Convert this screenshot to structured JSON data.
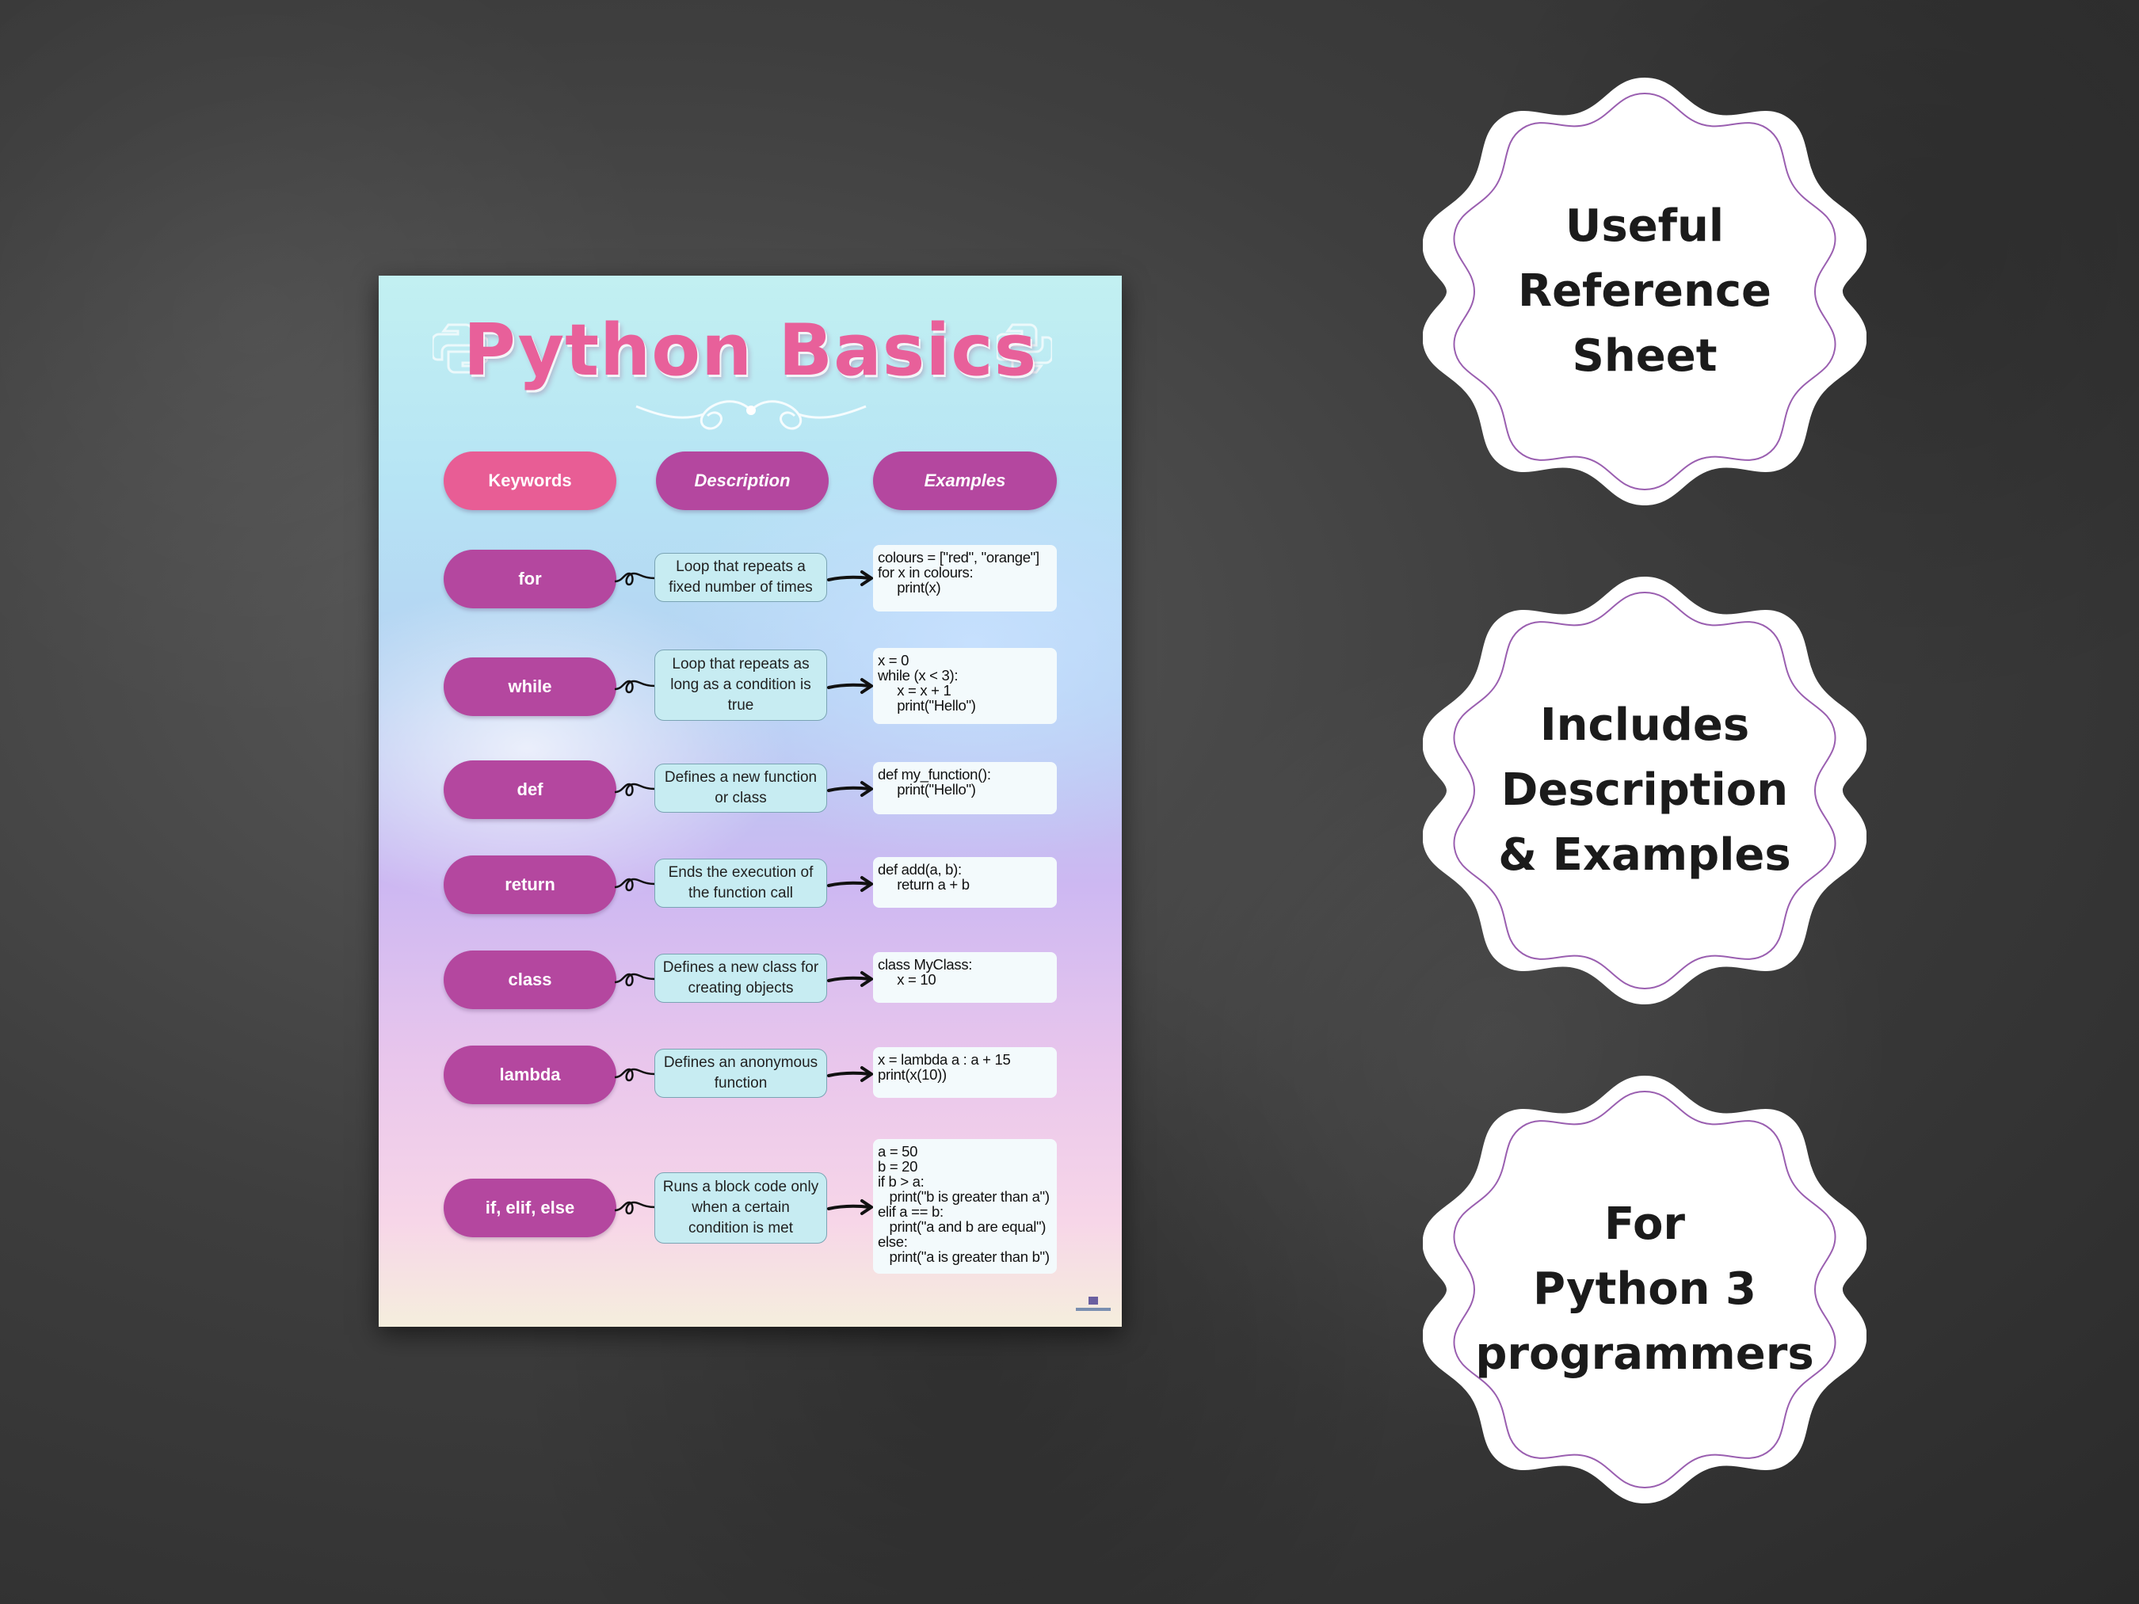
{
  "poster": {
    "title": "Python Basics",
    "headers": {
      "keywords": "Keywords",
      "description": "Description",
      "examples": "Examples"
    },
    "rows": [
      {
        "keyword": "for",
        "description": "Loop that repeats a fixed number of times",
        "example": "colours = [\"red\", \"orange\"]\nfor x in colours:\n     print(x)"
      },
      {
        "keyword": "while",
        "description": "Loop that repeats as long as a condition is true",
        "example": "x = 0\nwhile (x < 3):\n     x = x + 1\n     print(\"Hello\")"
      },
      {
        "keyword": "def",
        "description": "Defines a new function or class",
        "example": "def my_function():\n     print(\"Hello\")"
      },
      {
        "keyword": "return",
        "description": "Ends the execution of the function call",
        "example": "def add(a, b):\n     return a + b"
      },
      {
        "keyword": "class",
        "description": "Defines a new class for creating objects",
        "example": "class MyClass:\n     x = 10"
      },
      {
        "keyword": "lambda",
        "description": "Defines an anonymous function",
        "example": "x = lambda a : a + 15\nprint(x(10))"
      },
      {
        "keyword": "if, elif, else",
        "description": "Runs a block code only when a certain condition is met",
        "example": "a = 50\nb = 20\nif b > a:\n   print(\"b is greater than a\")\nelif a == b:\n   print(\"a and b are equal\")\nelse:\n   print(\"a is greater than b\")"
      }
    ]
  },
  "badges": [
    {
      "text": "Useful\nReference\nSheet"
    },
    {
      "text": "Includes\nDescription\n& Examples"
    },
    {
      "text": "For\nPython 3\nprogrammers"
    }
  ],
  "colors": {
    "title_pink": "#e8609a",
    "pill_purple": "#b4479f",
    "pill_pink": "#e85d95",
    "desc_cyan": "#c7ecf2",
    "badge_stroke": "#9a5fb0"
  },
  "icons": [
    "python-logo-icon",
    "connector-loop-icon",
    "arrow-right-icon",
    "brand-logo-icon"
  ]
}
